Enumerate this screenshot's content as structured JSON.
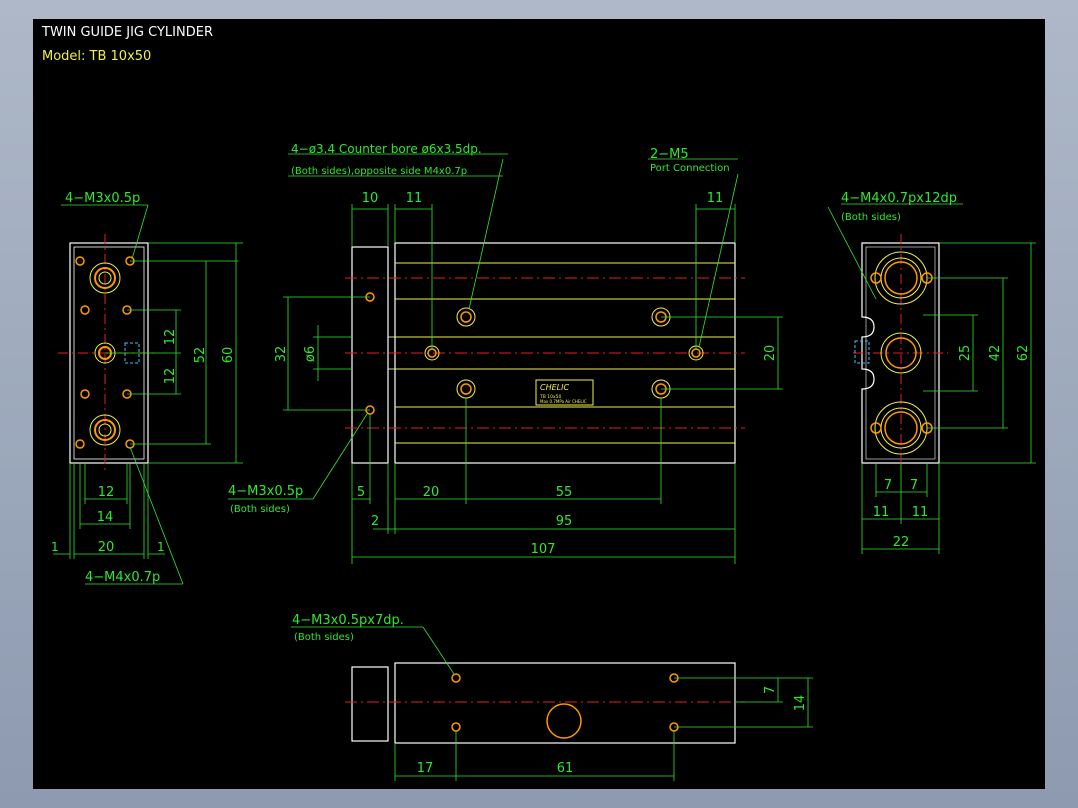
{
  "title": "TWIN GUIDE JIG CYLINDER",
  "model": "Model: TB 10x50",
  "colors": {
    "dimension": "#2ee82e",
    "outline": "#ffffff",
    "feature": "#f0f04a",
    "hole": "#ff9900",
    "centerline": "#e02020",
    "port": "#32c8ff"
  },
  "callouts": {
    "left_top": "4−M3x0.5p",
    "left_bottom": "4−M4x0.7p",
    "counterbore": "4−ø3.4  Counter bore  ø6x3.5dp.",
    "counterbore_note": "(Both sides),opposite side M4x0.7p",
    "port": "2−M5",
    "port_note": "Port Connection",
    "right_top": "4−M4x0.7px12dp",
    "right_note": "(Both sides)",
    "front_bottom": "4−M3x0.5p",
    "front_bottom_note": "(Both sides)",
    "bottom_view": "4−M3x0.5px7dp.",
    "bottom_view_note": "(Both sides)"
  },
  "dims": {
    "left_12a": "12",
    "left_12b": "12",
    "left_52": "52",
    "left_60": "60",
    "left_w12": "12",
    "left_w14": "14",
    "left_w20": "20",
    "left_1a": "1",
    "left_1b": "1",
    "front_10": "10",
    "front_11a": "11",
    "front_11b": "11",
    "front_32": "32",
    "front_dia6": "ø6",
    "front_20v": "20",
    "front_5": "5",
    "front_2": "2",
    "front_20": "20",
    "front_55": "55",
    "front_95": "95",
    "front_107": "107",
    "right_25": "25",
    "right_42": "42",
    "right_62": "62",
    "right_7a": "7",
    "right_7b": "7",
    "right_11a": "11",
    "right_11b": "11",
    "right_22": "22",
    "bot_7": "7",
    "bot_14": "14",
    "bot_17": "17",
    "bot_61": "61"
  },
  "label": {
    "brand": "CHELIC",
    "line1": "TB 10x50",
    "line2": "Max 0.7MPa  Air CHELIC"
  }
}
